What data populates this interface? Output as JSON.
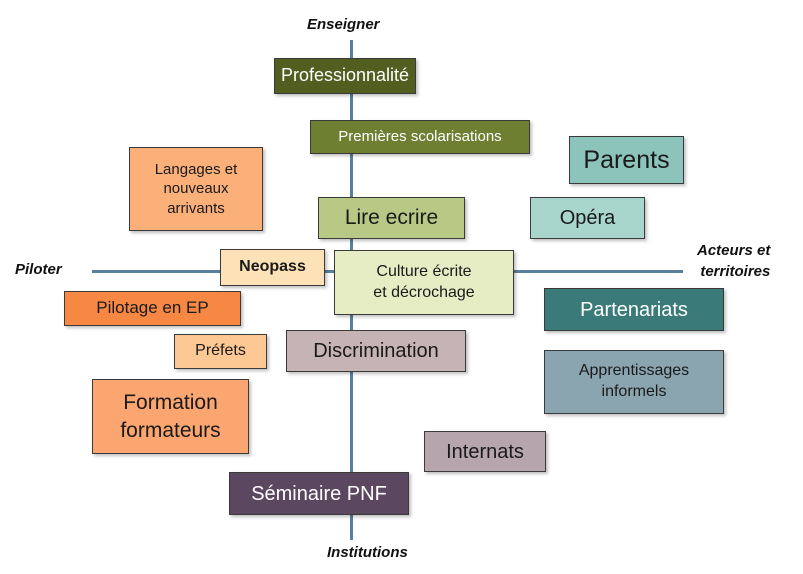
{
  "axes": {
    "top": "Enseigner",
    "left": "Piloter",
    "right": "Acteurs et\nterritoires",
    "bottom": "Institutions"
  },
  "boxes": [
    {
      "id": "professionnalite",
      "label": "Professionnalité",
      "color": "#525e1f"
    },
    {
      "id": "premieres-scolarisations",
      "label": "Premières scolarisations",
      "color": "#6f7f32"
    },
    {
      "id": "langages",
      "label": "Langages et\nnouveaux\narrivants",
      "color": "#fbb07a"
    },
    {
      "id": "parents",
      "label": "Parents",
      "color": "#8cc3bb"
    },
    {
      "id": "lire-ecrire",
      "label": "Lire ecrire",
      "color": "#b8c985"
    },
    {
      "id": "opera",
      "label": "Opéra",
      "color": "#a8d6cc"
    },
    {
      "id": "neopass",
      "label": "Neopass",
      "color": "#fde1b7"
    },
    {
      "id": "culture",
      "label": "Culture écrite\net décrochage",
      "color": "#e6ecc4"
    },
    {
      "id": "pilotage",
      "label": "Pilotage en EP",
      "color": "#f78844"
    },
    {
      "id": "partenariats",
      "label": "Partenariats",
      "color": "#3a7b7a"
    },
    {
      "id": "prefets",
      "label": "Préfets",
      "color": "#fdc894"
    },
    {
      "id": "discrimination",
      "label": "Discrimination",
      "color": "#c6b3b3"
    },
    {
      "id": "apprentissages",
      "label": "Apprentissages\ninformels",
      "color": "#8aa5b0"
    },
    {
      "id": "formation",
      "label": "Formation\nformateurs",
      "color": "#fba671"
    },
    {
      "id": "internats",
      "label": "Internats",
      "color": "#b6a5ad"
    },
    {
      "id": "seminaire",
      "label": "Séminaire PNF",
      "color": "#5c4760"
    }
  ]
}
